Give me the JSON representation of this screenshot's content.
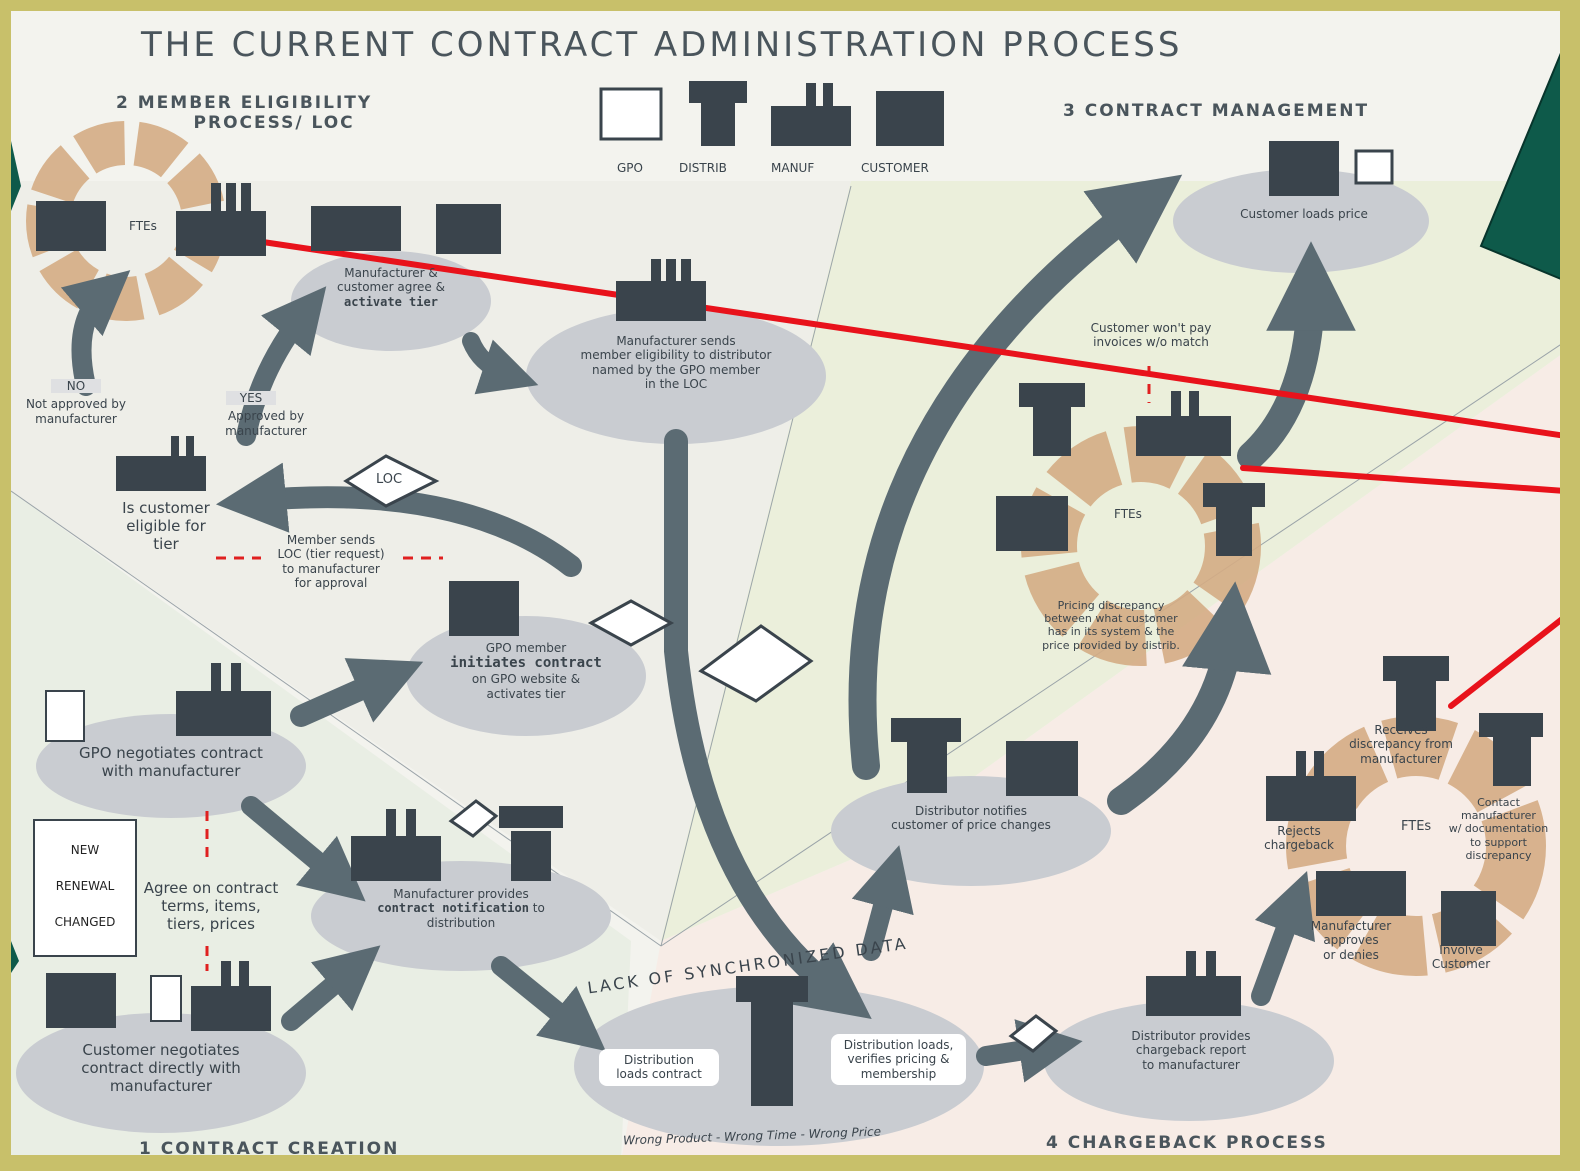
{
  "title": "THE CURRENT CONTRACT ADMINISTRATION PROCESS",
  "sections": {
    "s1": "1 CONTRACT CREATION",
    "s2_line1": "2 MEMBER ELIGIBILITY",
    "s2_line2": "PROCESS/ LOC",
    "s3": "3 CONTRACT MANAGEMENT",
    "s4": "4 CHARGEBACK PROCESS"
  },
  "legend": {
    "gpo": "GPO",
    "distrib": "DISTRIB",
    "manuf": "MANUF",
    "customer": "CUSTOMER"
  },
  "loop1": {
    "ftes": "FTEs"
  },
  "activate": {
    "line1": "Manufacturer &",
    "line2": "customer agree &",
    "bold": "activate tier"
  },
  "mfr_sends": {
    "l1": "Manufacturer sends",
    "l2": "member eligibility to distributor",
    "l3": "named by the GPO member",
    "l4": "in the LOC"
  },
  "no": {
    "label": "NO",
    "text1": "Not approved by",
    "text2": "manufacturer"
  },
  "yes": {
    "label": "YES",
    "text1": "Approved by",
    "text2": "manufacturer"
  },
  "eligible": {
    "l1": "Is customer",
    "l2": "eligible for",
    "l3": "tier"
  },
  "loc_badge": "LOC",
  "member_sends": {
    "l1": "Member sends",
    "l2": "LOC (tier request)",
    "l3": "to manufacturer",
    "l4": "for approval"
  },
  "initiates": {
    "l1": "GPO member",
    "bold": "initiates contract",
    "l3": "on GPO website &",
    "l4": "activates tier"
  },
  "gpo_neg": {
    "l1": "GPO negotiates contract",
    "l2": "with manufacturer"
  },
  "agree": {
    "l1": "Agree on contract",
    "l2": "terms, items,",
    "l3": "tiers, prices"
  },
  "doc": {
    "new": "NEW",
    "renewal": "RENEWAL",
    "changed": "CHANGED"
  },
  "cust_neg": {
    "l1": "Customer negotiates",
    "l2": "contract directly with",
    "l3": "manufacturer"
  },
  "notif": {
    "l1": "Manufacturer provides",
    "bold": "contract notification",
    "l2": " to",
    "l3": "distribution"
  },
  "lack": "LACK OF SYNCHRONIZED DATA",
  "dist_loads": {
    "l1": "Distribution",
    "l2": "loads contract"
  },
  "dist_verifies": {
    "l1": "Distribution loads,",
    "l2": "verifies pricing &",
    "l3": "membership"
  },
  "wrong": "Wrong Product  -  Wrong Time  -  Wrong Price",
  "cust_loads": "Customer loads price",
  "wont_pay": {
    "l1": "Customer won't pay",
    "l2": "invoices w/o match"
  },
  "loop2": {
    "ftes": "FTEs",
    "l1": "Pricing discrepancy",
    "l2": "between what customer",
    "l3": "has in its system & the",
    "l4": "price provided by distrib."
  },
  "dist_notifies": {
    "l1": "Distributor notifies",
    "l2": "customer of price changes"
  },
  "chargeback_report": {
    "l1": "Distributor provides",
    "l2": "chargeback report",
    "l3": "to manufacturer"
  },
  "loop3": {
    "ftes": "FTEs",
    "receives1": "Receives",
    "receives2": "discrepancy from",
    "receives3": "manufacturer",
    "contact1": "Contact",
    "contact2": "manufacturer",
    "contact3": "w/ documentation",
    "contact4": "to support",
    "contact5": "discrepancy",
    "rejects1": "Rejects",
    "rejects2": "chargeback",
    "approves1": "Manufacturer",
    "approves2": "approves",
    "approves3": "or denies",
    "involve1": "Involve",
    "involve2": "Customer"
  },
  "colors": {
    "accent_red": "#e8121b",
    "callout": "#0e5a4a",
    "ring": "#d4ac84",
    "arrow": "#5b6b73",
    "bubble": "#c9ccd1",
    "page_bg": "#c8c06a"
  }
}
